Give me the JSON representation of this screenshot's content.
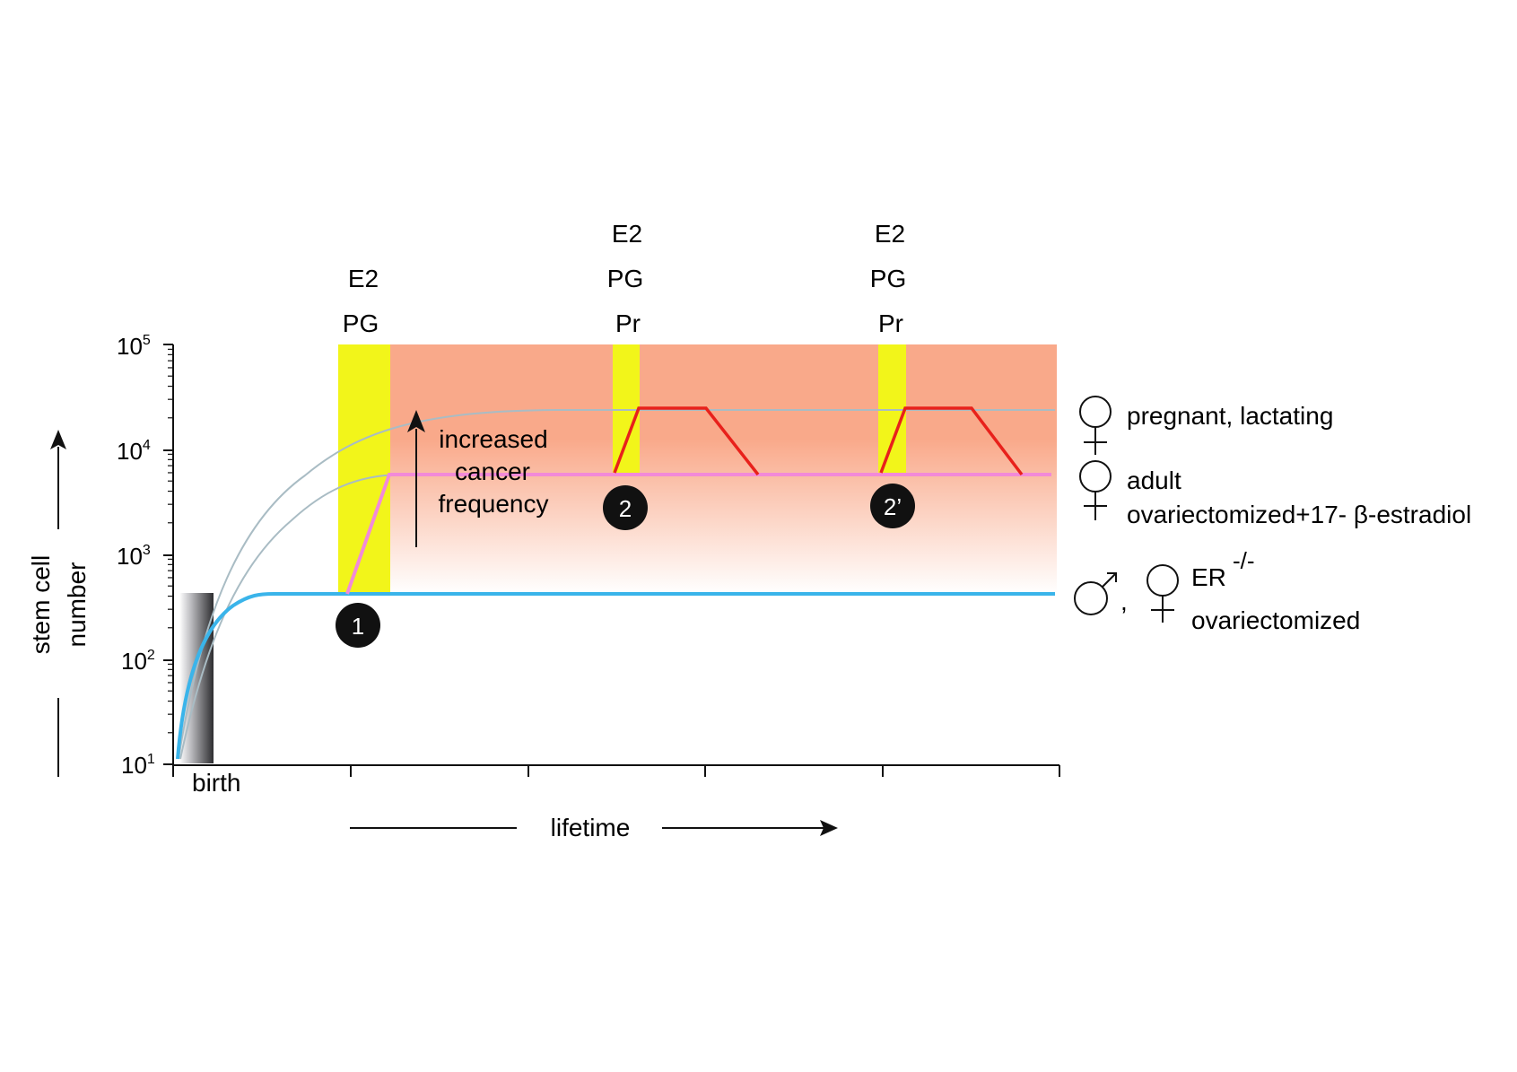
{
  "axes": {
    "y_label_line1": "stem cell",
    "y_label_line2": "number",
    "x_label": "lifetime",
    "birth_label": "birth",
    "y_ticks": [
      {
        "base": "10",
        "exp": "5"
      },
      {
        "base": "10",
        "exp": "4"
      },
      {
        "base": "10",
        "exp": "3"
      },
      {
        "base": "10",
        "exp": "2"
      },
      {
        "base": "10",
        "exp": "1"
      }
    ]
  },
  "hormone_labels": {
    "puberty": [
      "E2",
      "PG"
    ],
    "pregnancy1": [
      "E2",
      "PG",
      "Pr"
    ],
    "pregnancy2": [
      "E2",
      "PG",
      "Pr"
    ]
  },
  "annotation": {
    "line1": "increased",
    "line2": "cancer",
    "line3": "frequency"
  },
  "markers": [
    "1",
    "2",
    "2’"
  ],
  "legend": {
    "pregnant": "pregnant, lactating",
    "adult_line1": "adult",
    "adult_line2": "ovariectomized+17- β-estradiol",
    "er_label": "ER",
    "er_sup": "-/-",
    "comma": ",",
    "ovx": "ovariectomized"
  },
  "colors": {
    "blue_line": "#3ab4ea",
    "pink_line": "#f28ad8",
    "red_line": "#e8211b",
    "grey_line": "#a9bcc4",
    "yellow_band": "#f2f51a",
    "salmon_region": "#f9a98a",
    "axis": "#111111"
  }
}
